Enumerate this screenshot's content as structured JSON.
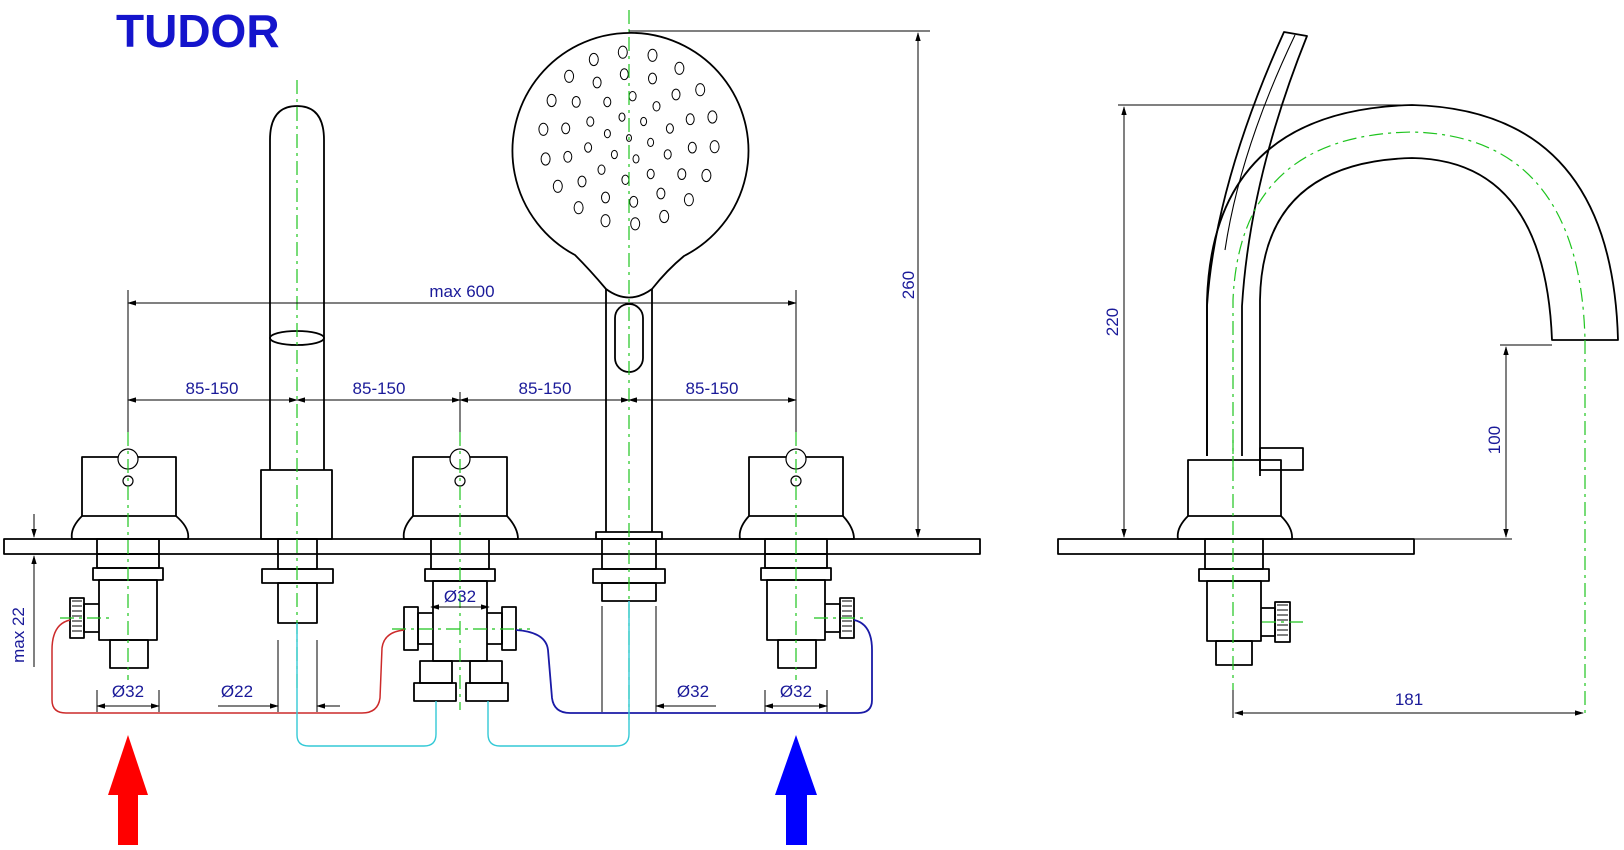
{
  "title": "TUDOR",
  "colors": {
    "brand": "#1414cc",
    "dimension_text": "#1a1a99",
    "center_line": "#1fc41f",
    "hot_pipe": "#cc2a2a",
    "cold_pipe": "#1a1aa6",
    "mixed_pipe": "#33c9d6",
    "hot_arrow": "#ff0000",
    "cold_arrow": "#0000ff"
  },
  "front_view": {
    "overall_width": "max 600",
    "spacings": [
      "85-150",
      "85-150",
      "85-150",
      "85-150"
    ],
    "height_shower": "260",
    "deck_thickness": "max 22",
    "diameters": {
      "hot_valve": "Ø32",
      "spout": "Ø22",
      "diverter": "Ø32",
      "shower_hose": "Ø32",
      "cold_valve": "Ø32"
    }
  },
  "side_view": {
    "spout_height": "220",
    "outlet_height": "100",
    "projection": "181"
  },
  "arrows": {
    "hot_inlet": "hot-water-arrow",
    "cold_inlet": "cold-water-arrow"
  }
}
